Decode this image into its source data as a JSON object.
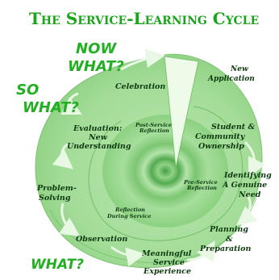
{
  "title": "The Service-Learning Cycle",
  "questions": {
    "now_what_line1": "NOW",
    "now_what_line2": "WHAT?",
    "so_what_line1": "SO",
    "so_what_line2": "WHAT?",
    "what": "WHAT?"
  },
  "stages": {
    "new_application_line1": "New",
    "new_application_line2": "Application",
    "celebration": "Celebration",
    "ownership_line1": "Student &",
    "ownership_line2": "Community",
    "ownership_line3": "Ownership",
    "evaluation_line1": "Evaluation:",
    "evaluation_line2": "New",
    "evaluation_line3": "Understanding",
    "need_line1": "Identifying",
    "need_line2": "A Genuine",
    "need_line3": "Need",
    "problem_line1": "Problem-",
    "problem_line2": "Solving",
    "planning_line1": "Planning",
    "planning_line2": "&",
    "planning_line3": "Preparation",
    "observation": "Observation",
    "experience_line1": "Meaningful",
    "experience_line2": "Service",
    "experience_line3": "Experience"
  },
  "reflection": {
    "post_line1": "Post-Service",
    "post_line2": "Reflection",
    "pre_line1": "Pre-Service",
    "pre_line2": "Reflection",
    "during_line1": "Reflection",
    "during_line2": "During Service"
  },
  "colors": {
    "spiral_light": "#d6f1d1",
    "spiral_mid": "#9bd98f",
    "spiral_dark": "#46a344",
    "question_green": "#22b022",
    "label_dark": "#0e3a10"
  }
}
